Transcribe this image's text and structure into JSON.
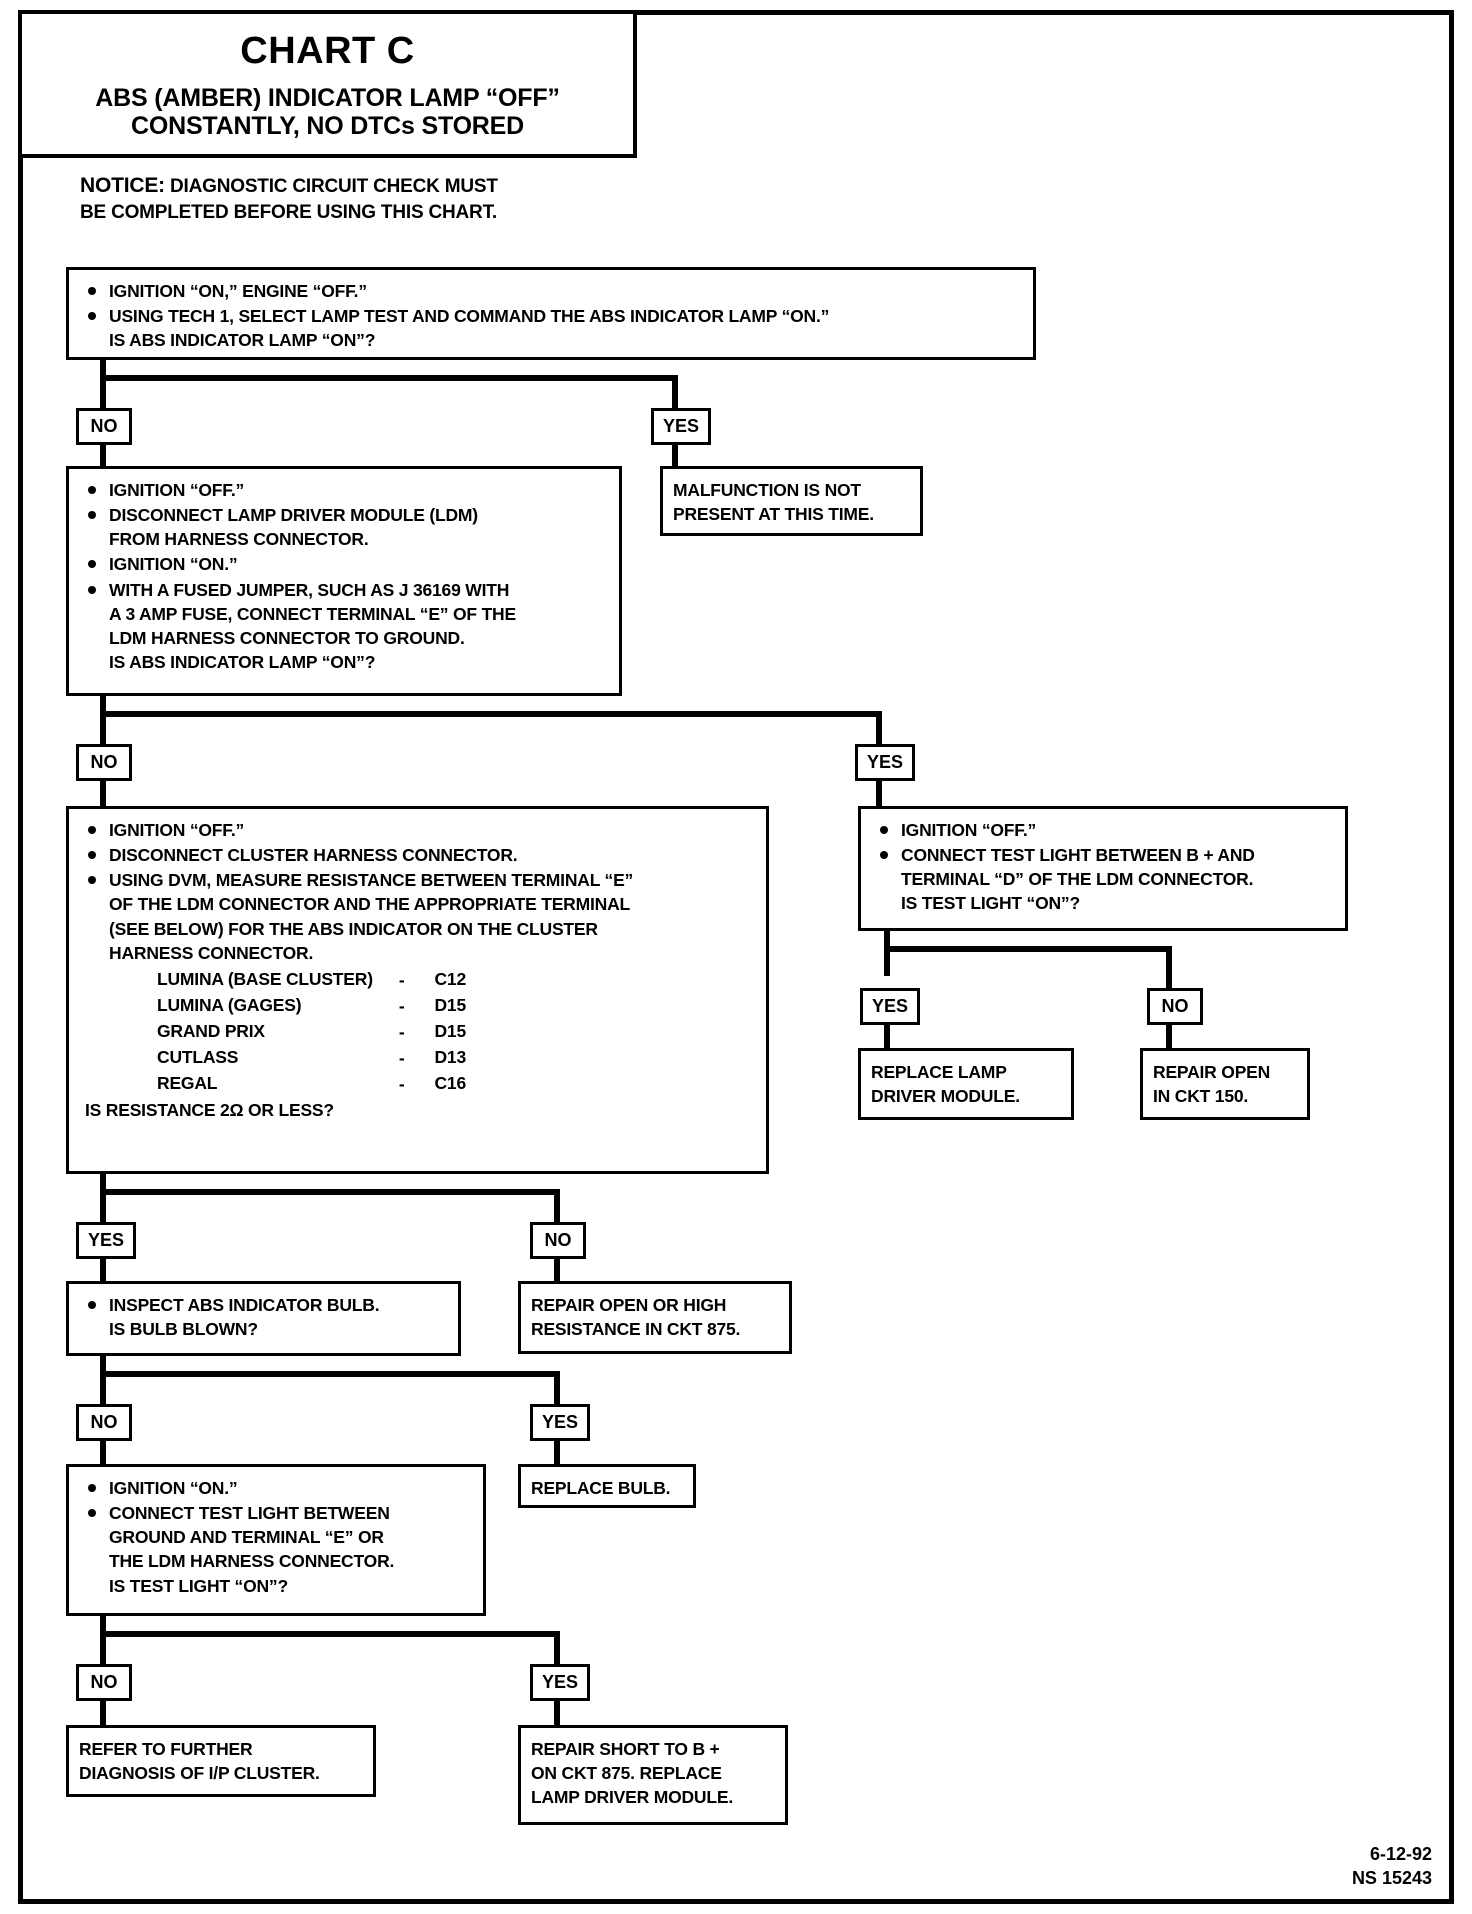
{
  "title": {
    "chart_id": "CHART C",
    "subtitle_line1": "ABS (AMBER) INDICATOR LAMP “OFF”",
    "subtitle_line2": "CONSTANTLY, NO DTCs STORED"
  },
  "notice": {
    "label": "NOTICE:",
    "line1": "DIAGNOSTIC CIRCUIT CHECK MUST",
    "line2": "BE COMPLETED BEFORE USING THIS CHART."
  },
  "labels": {
    "yes": "YES",
    "no": "NO"
  },
  "steps": {
    "step1": {
      "b1": "IGNITION “ON,” ENGINE “OFF.”",
      "b2": "USING TECH 1, SELECT LAMP TEST AND COMMAND THE ABS INDICATOR LAMP “ON.”",
      "b2b": "IS ABS INDICATOR LAMP “ON”?"
    },
    "malfunction": {
      "l1": "MALFUNCTION IS NOT",
      "l2": "PRESENT AT THIS TIME."
    },
    "step2": {
      "b1": "IGNITION “OFF.”",
      "b2": "DISCONNECT LAMP DRIVER MODULE (LDM)",
      "b2b": "FROM HARNESS CONNECTOR.",
      "b3": "IGNITION “ON.”",
      "b4": "WITH A FUSED JUMPER, SUCH AS J 36169 WITH",
      "b4b": "A 3 AMP FUSE, CONNECT TERMINAL “E” OF THE",
      "b4c": "LDM HARNESS CONNECTOR TO GROUND.",
      "b4d": "IS ABS INDICATOR LAMP “ON”?"
    },
    "step3_right": {
      "b1": "IGNITION “OFF.”",
      "b2": "CONNECT TEST LIGHT BETWEEN B + AND",
      "b2b": "TERMINAL “D” OF THE LDM CONNECTOR.",
      "b2c": "IS TEST LIGHT “ON”?"
    },
    "replace_ldm": {
      "l1": "REPLACE LAMP",
      "l2": "DRIVER MODULE."
    },
    "repair_ckt150": {
      "l1": "REPAIR OPEN",
      "l2": "IN CKT 150."
    },
    "step4": {
      "b1": "IGNITION “OFF.”",
      "b2": "DISCONNECT CLUSTER HARNESS CONNECTOR.",
      "b3": "USING DVM, MEASURE RESISTANCE BETWEEN TERMINAL “E”",
      "b3b": "OF THE LDM CONNECTOR AND THE APPROPRIATE TERMINAL",
      "b3c": "(SEE BELOW) FOR THE ABS INDICATOR ON THE CLUSTER",
      "b3d": "HARNESS CONNECTOR.",
      "question": "IS RESISTANCE 2Ω OR LESS?",
      "table": [
        {
          "vehicle": "LUMINA (BASE CLUSTER)",
          "dash": "-",
          "terminal": "C12"
        },
        {
          "vehicle": "LUMINA (GAGES)",
          "dash": "-",
          "terminal": "D15"
        },
        {
          "vehicle": "GRAND PRIX",
          "dash": "-",
          "terminal": "D15"
        },
        {
          "vehicle": "CUTLASS",
          "dash": "-",
          "terminal": "D13"
        },
        {
          "vehicle": "REGAL",
          "dash": "-",
          "terminal": "C16"
        }
      ]
    },
    "inspect_bulb": {
      "b1": "INSPECT ABS INDICATOR BULB.",
      "b1b": "IS BULB BLOWN?"
    },
    "repair_ckt875": {
      "l1": "REPAIR OPEN OR HIGH",
      "l2": "RESISTANCE IN CKT 875."
    },
    "step5": {
      "b1": "IGNITION “ON.”",
      "b2": "CONNECT TEST LIGHT BETWEEN",
      "b2b": "GROUND AND TERMINAL “E” OR",
      "b2c": "THE LDM HARNESS CONNECTOR.",
      "b2d": "IS TEST LIGHT “ON”?"
    },
    "replace_bulb": {
      "l1": "REPLACE BULB."
    },
    "refer_cluster": {
      "l1": "REFER TO  FURTHER",
      "l2": "DIAGNOSIS OF I/P CLUSTER."
    },
    "repair_short": {
      "l1": "REPAIR SHORT TO B +",
      "l2": "ON CKT 875.  REPLACE",
      "l3": "LAMP DRIVER MODULE."
    }
  },
  "footer": {
    "date": "6-12-92",
    "code": "NS 15243"
  }
}
